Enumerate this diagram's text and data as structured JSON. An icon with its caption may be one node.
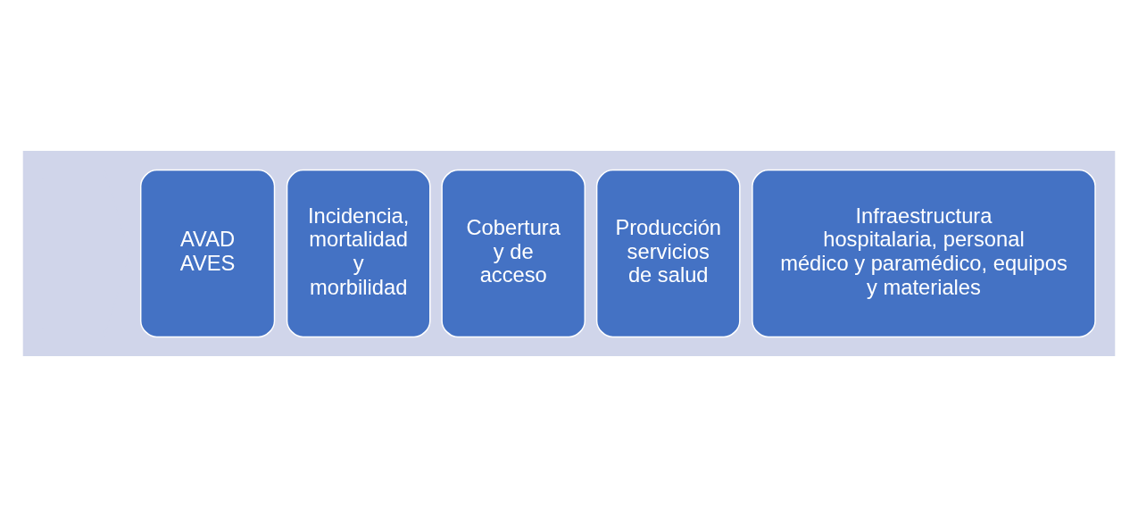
{
  "diagram": {
    "nodes": [
      {
        "text": [],
        "shape": "arrow"
      },
      {
        "text": [
          "Infraestructura hospitalaria, personal médico y paramédico, equipos y materiales"
        ],
        "in": 0
      },
      {
        "text": [
          "Producción servicios de salud"
        ],
        "in": 0
      },
      {
        "text": [
          "Cobertura y de acceso"
        ],
        "in": 0
      },
      {
        "text": [
          "Incidencia, mortalidad y morbilidad"
        ],
        "in": 0
      },
      {
        "text": [
          "AVAD AVES"
        ],
        "in": 0
      }
    ],
    "edges": []
  }
}
